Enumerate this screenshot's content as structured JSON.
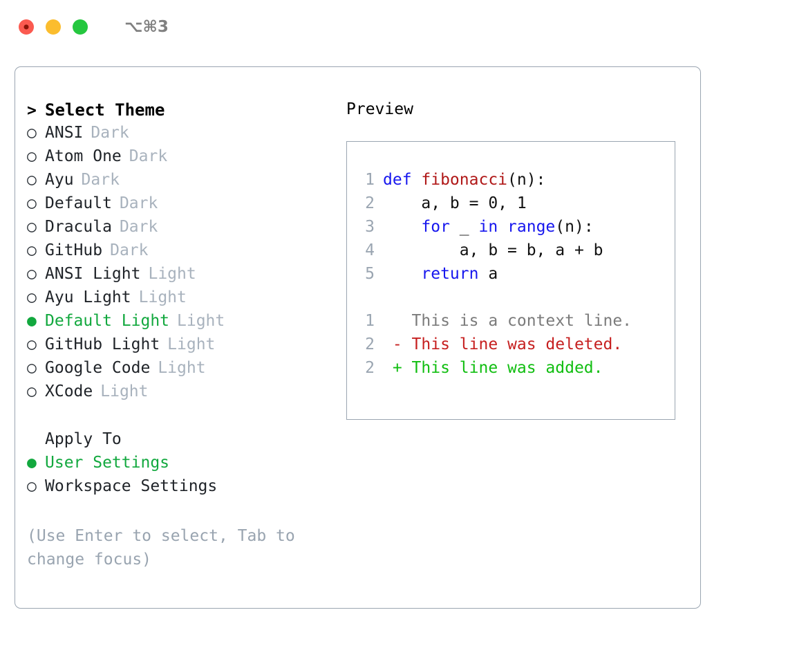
{
  "titlebar": {
    "lights": [
      {
        "name": "close-button",
        "color": "#fb5a50"
      },
      {
        "name": "minimize-button",
        "color": "#fbbd2e"
      },
      {
        "name": "maximize-button",
        "color": "#25c73f"
      }
    ],
    "shortcut": "⌥⌘3"
  },
  "colors": {
    "selected_green": "#12a83e",
    "tag_gray": "#a8b2bd",
    "border": "#9aa5b1",
    "keyword_blue": "#1616ee",
    "function_red": "#b01818",
    "diff_add_green": "#11be11",
    "diff_del_red": "#c62020",
    "hint_gray": "#99a4b0"
  },
  "theme_list": {
    "header": {
      "marker": ">",
      "title": "Select Theme"
    },
    "items": [
      {
        "marker": "○",
        "title": "ANSI",
        "tag": "Dark",
        "selected": false
      },
      {
        "marker": "○",
        "title": "Atom One",
        "tag": "Dark",
        "selected": false
      },
      {
        "marker": "○",
        "title": "Ayu",
        "tag": "Dark",
        "selected": false
      },
      {
        "marker": "○",
        "title": "Default",
        "tag": "Dark",
        "selected": false
      },
      {
        "marker": "○",
        "title": "Dracula",
        "tag": "Dark",
        "selected": false
      },
      {
        "marker": "○",
        "title": "GitHub",
        "tag": "Dark",
        "selected": false
      },
      {
        "marker": "○",
        "title": "ANSI Light",
        "tag": "Light",
        "selected": false
      },
      {
        "marker": "○",
        "title": "Ayu Light",
        "tag": "Light",
        "selected": false
      },
      {
        "marker": "●",
        "title": "Default Light",
        "tag": "Light",
        "selected": true
      },
      {
        "marker": "○",
        "title": "GitHub Light",
        "tag": "Light",
        "selected": false
      },
      {
        "marker": "○",
        "title": "Google Code",
        "tag": "Light",
        "selected": false
      },
      {
        "marker": "○",
        "title": "XCode",
        "tag": "Light",
        "selected": false
      }
    ]
  },
  "apply_to": {
    "label": "Apply To",
    "items": [
      {
        "marker": "●",
        "title": "User Settings",
        "selected": true
      },
      {
        "marker": "○",
        "title": "Workspace Settings",
        "selected": false
      }
    ]
  },
  "hint": "(Use Enter to select, Tab to\nchange focus)",
  "preview": {
    "heading": "Preview",
    "code_lines": [
      {
        "lno": "1",
        "segments": [
          {
            "text": "def ",
            "kind": "kw"
          },
          {
            "text": "fibonacci",
            "kind": "fn"
          },
          {
            "text": "(n):",
            "kind": "pl"
          }
        ]
      },
      {
        "lno": "2",
        "segments": [
          {
            "text": "    a, b = 0, 1",
            "kind": "pl"
          }
        ]
      },
      {
        "lno": "3",
        "segments": [
          {
            "text": "    ",
            "kind": "pl"
          },
          {
            "text": "for",
            "kind": "kw"
          },
          {
            "text": " _ ",
            "kind": "pl"
          },
          {
            "text": "in",
            "kind": "kw"
          },
          {
            "text": " ",
            "kind": "pl"
          },
          {
            "text": "range",
            "kind": "kw"
          },
          {
            "text": "(n):",
            "kind": "pl"
          }
        ]
      },
      {
        "lno": "4",
        "segments": [
          {
            "text": "        a, b = b, a + b",
            "kind": "pl"
          }
        ]
      },
      {
        "lno": "5",
        "segments": [
          {
            "text": "    ",
            "kind": "pl"
          },
          {
            "text": "return",
            "kind": "kw"
          },
          {
            "text": " a",
            "kind": "pl"
          }
        ]
      }
    ],
    "diff_lines": [
      {
        "lno": "1",
        "segments": [
          {
            "text": "   This is a context line.",
            "kind": "ctx"
          }
        ]
      },
      {
        "lno": "2",
        "segments": [
          {
            "text": " - This line was deleted.",
            "kind": "del"
          }
        ]
      },
      {
        "lno": "2",
        "segments": [
          {
            "text": " + This line was added.",
            "kind": "add"
          }
        ]
      }
    ]
  }
}
